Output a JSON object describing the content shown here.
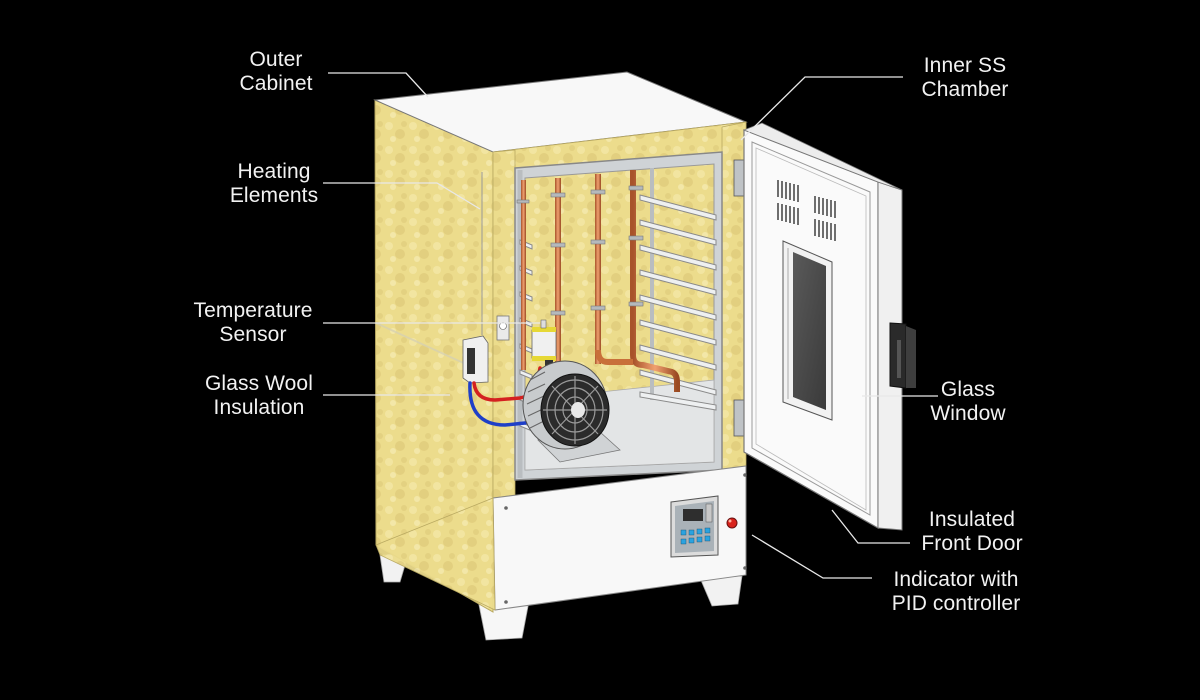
{
  "diagram": {
    "subject": "Industrial hot air oven cabinet (cutaway view)",
    "background_color": "#000000",
    "text_color": "#f2f2f2",
    "colors": {
      "insulation": "#ecdc8c",
      "copper": "#c8703a",
      "cabinet_white": "#f7f7f7",
      "steel": "#c9cdd0",
      "wire_red": "#d42020",
      "wire_blue": "#1f3fc8",
      "indicator_red": "#d8231c"
    },
    "labels": {
      "outer_cabinet": {
        "line1": "Outer",
        "line2": "Cabinet"
      },
      "heating_elements": {
        "line1": "Heating",
        "line2": "Elements"
      },
      "temperature_sensor": {
        "line1": "Temperature",
        "line2": "Sensor"
      },
      "glass_wool": {
        "line1": "Glass Wool",
        "line2": "Insulation"
      },
      "inner_chamber": {
        "line1": "Inner SS",
        "line2": "Chamber"
      },
      "glass_window": {
        "line1": "Glass",
        "line2": "Window"
      },
      "front_door": {
        "line1": "Insulated",
        "line2": "Front Door"
      },
      "pid_indicator": {
        "line1": "Indicator with",
        "line2": "PID controller"
      }
    },
    "components": {
      "trays": 9,
      "heating_element_tubes": 4,
      "door_vent_groups": 4,
      "fan_motor": "blower fan motor",
      "control_panel": "PID controller keypad with display"
    }
  }
}
